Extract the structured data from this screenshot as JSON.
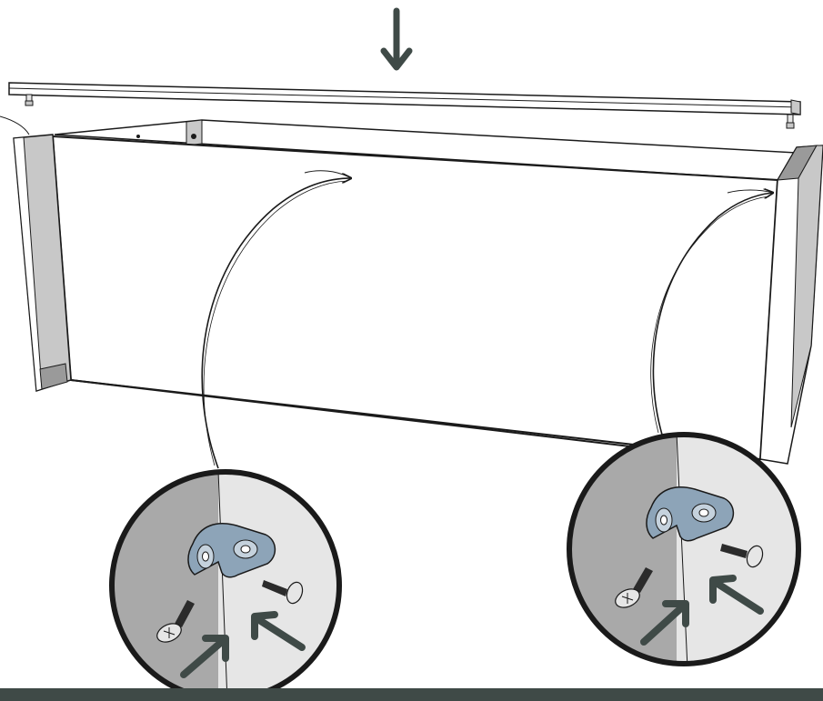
{
  "illustration": {
    "kind": "assembly-step",
    "icons": [
      "down-arrow-icon",
      "curved-arrow-icon",
      "corner-bracket-icon",
      "screw-icon",
      "push-arrow-icon"
    ],
    "colors": {
      "line": "#1a1a1a",
      "panel_face": "#ffffff",
      "panel_edge": "#c8c8c8",
      "panel_shadow": "#9a9a9a",
      "arrow": "#3f4a47",
      "detail_dark": "#a9a9a9",
      "detail_light": "#e6e6e6",
      "bracket": "#8da4b8",
      "footer_band": "#3f4a47"
    },
    "details": [
      {
        "name": "left-detail",
        "parts": [
          "corner-bracket",
          "screw",
          "screw"
        ]
      },
      {
        "name": "right-detail",
        "parts": [
          "corner-bracket",
          "screw",
          "screw"
        ]
      }
    ]
  }
}
